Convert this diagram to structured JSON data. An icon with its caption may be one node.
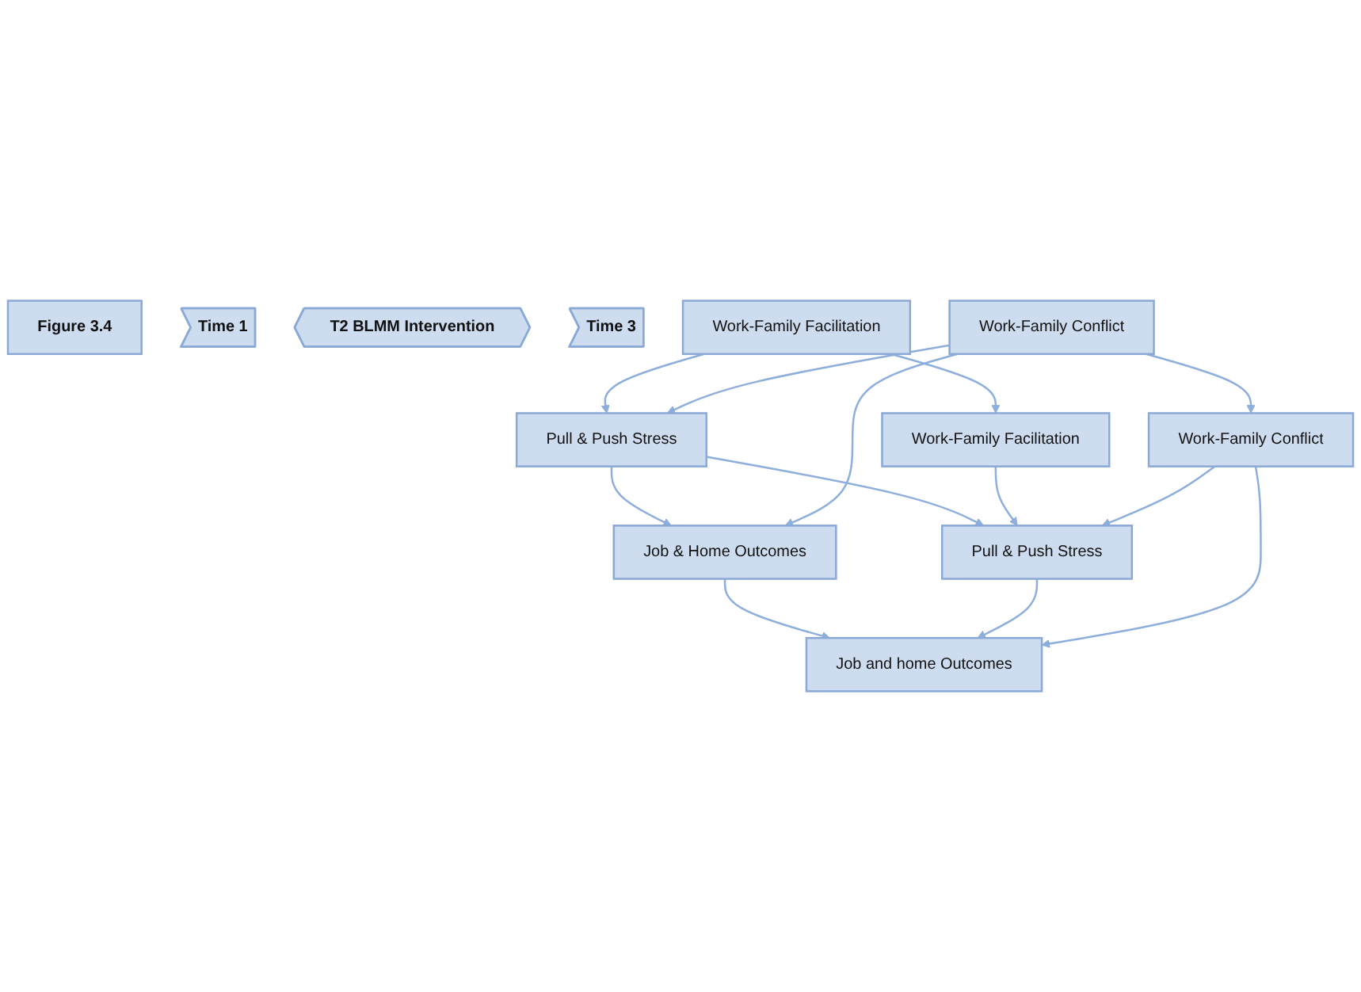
{
  "diagram": {
    "nodes": [
      {
        "text": [
          "Figure 3.4"
        ]
      },
      {
        "text": [
          "Time 1"
        ]
      },
      {
        "text": [
          "T2 BLMM Intervention"
        ]
      },
      {
        "text": [
          "Time 3"
        ]
      },
      {
        "text": [
          "Work-Family Conflict"
        ]
      },
      {
        "text": [
          "Work-Family Facilitation"
        ]
      },
      {
        "text": [
          "Pull & Push Stress"
        ]
      },
      {
        "text": [
          "Job & Home Outcomes"
        ]
      },
      {
        "text": [
          "Work-Family Conflict"
        ]
      },
      {
        "text": [
          "Work-Family Facilitation"
        ]
      },
      {
        "text": [
          "Pull & Push Stress"
        ]
      },
      {
        "text": [
          "Job and home Outcomes"
        ]
      }
    ],
    "edges": [
      {
        "from": 4,
        "to": 8,
        "arrow": "to"
      },
      {
        "from": 5,
        "to": 9,
        "arrow": "to"
      },
      {
        "from": 6,
        "to": 10,
        "arrow": "to"
      },
      {
        "from": 7,
        "to": 11,
        "arrow": "to"
      },
      {
        "from": 5,
        "to": 6,
        "arrow": "to"
      },
      {
        "from": 6,
        "to": 7,
        "arrow": "to"
      },
      {
        "from": 4,
        "to": 6,
        "arrow": "to"
      },
      {
        "from": 4,
        "to": 7,
        "arrow": "to"
      },
      {
        "from": 9,
        "to": 10,
        "arrow": "to"
      },
      {
        "from": 10,
        "to": 11,
        "arrow": "to"
      },
      {
        "from": 8,
        "to": 10,
        "arrow": "to"
      },
      {
        "from": 8,
        "to": 11,
        "arrow": "to"
      }
    ]
  }
}
